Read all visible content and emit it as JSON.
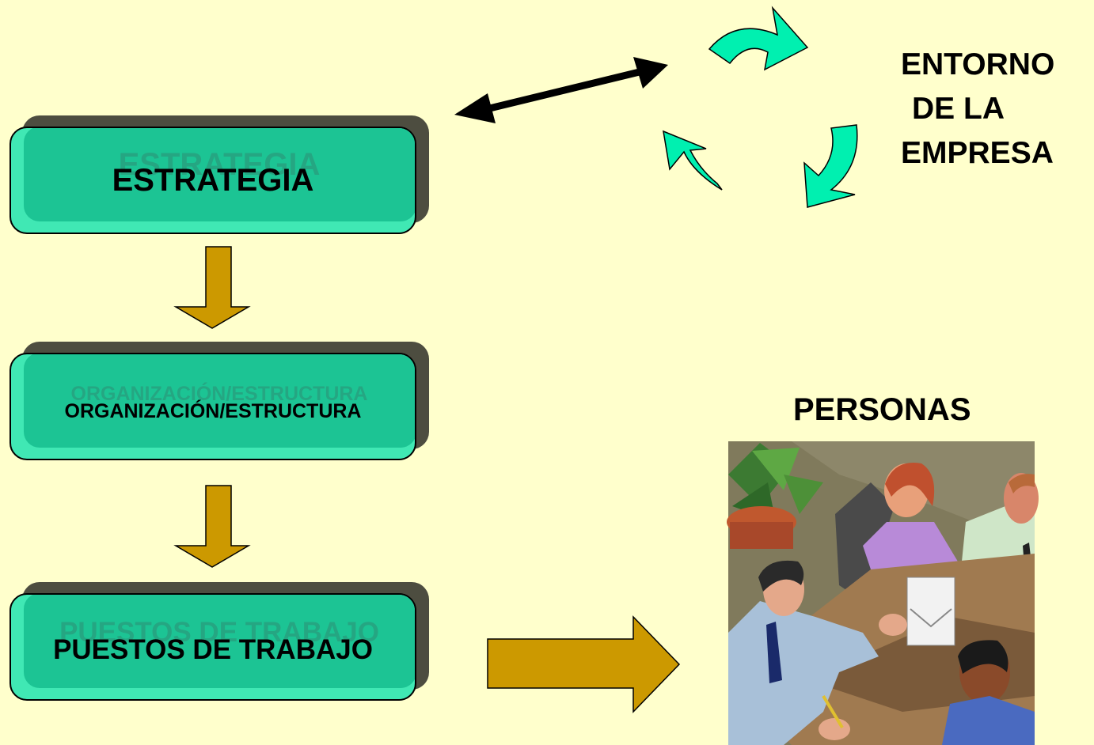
{
  "boxes": {
    "strategy": "ESTRATEGIA",
    "organization": "ORGANIZACIÓN/ESTRUCTURA",
    "jobs": "PUESTOS DE TRABAJO"
  },
  "environment": {
    "line1": "ENTORNO",
    "line2": "DE LA",
    "line3": "EMPRESA"
  },
  "people": {
    "title": "PERSONAS"
  },
  "colors": {
    "background": "#ffffcc",
    "box_fill": "#1cc494",
    "box_highlight": "#40e8b4",
    "flow_arrow": "#cc9900",
    "cycle_arrow": "#00f0b0"
  }
}
